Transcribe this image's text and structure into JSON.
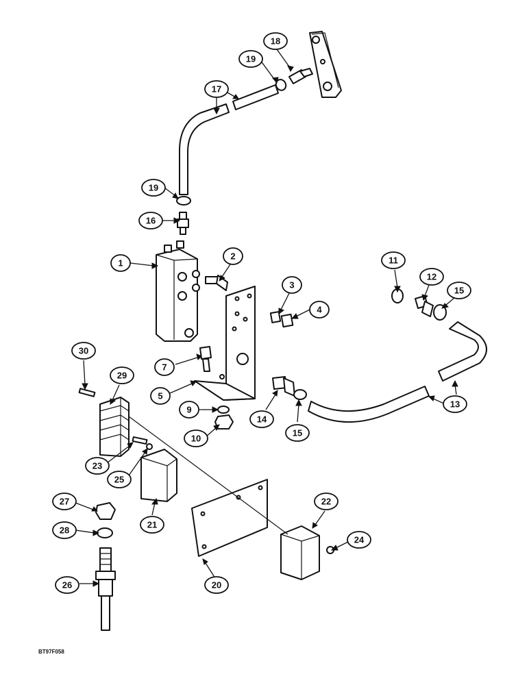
{
  "figure_code": "BT97F058",
  "callouts": [
    {
      "id": "c18",
      "label": "18"
    },
    {
      "id": "c19a",
      "label": "19"
    },
    {
      "id": "c17",
      "label": "17"
    },
    {
      "id": "c19b",
      "label": "19"
    },
    {
      "id": "c16",
      "label": "16"
    },
    {
      "id": "c1",
      "label": "1"
    },
    {
      "id": "c2",
      "label": "2"
    },
    {
      "id": "c3",
      "label": "3"
    },
    {
      "id": "c4",
      "label": "4"
    },
    {
      "id": "c11",
      "label": "11"
    },
    {
      "id": "c12",
      "label": "12"
    },
    {
      "id": "c15a",
      "label": "15"
    },
    {
      "id": "c30",
      "label": "30"
    },
    {
      "id": "c29",
      "label": "29"
    },
    {
      "id": "c7",
      "label": "7"
    },
    {
      "id": "c5",
      "label": "5"
    },
    {
      "id": "c9",
      "label": "9"
    },
    {
      "id": "c10",
      "label": "10"
    },
    {
      "id": "c14",
      "label": "14"
    },
    {
      "id": "c15b",
      "label": "15"
    },
    {
      "id": "c13",
      "label": "13"
    },
    {
      "id": "c23",
      "label": "23"
    },
    {
      "id": "c25",
      "label": "25"
    },
    {
      "id": "c27",
      "label": "27"
    },
    {
      "id": "c28",
      "label": "28"
    },
    {
      "id": "c21",
      "label": "21"
    },
    {
      "id": "c22",
      "label": "22"
    },
    {
      "id": "c24",
      "label": "24"
    },
    {
      "id": "c26",
      "label": "26"
    },
    {
      "id": "c20",
      "label": "20"
    }
  ]
}
